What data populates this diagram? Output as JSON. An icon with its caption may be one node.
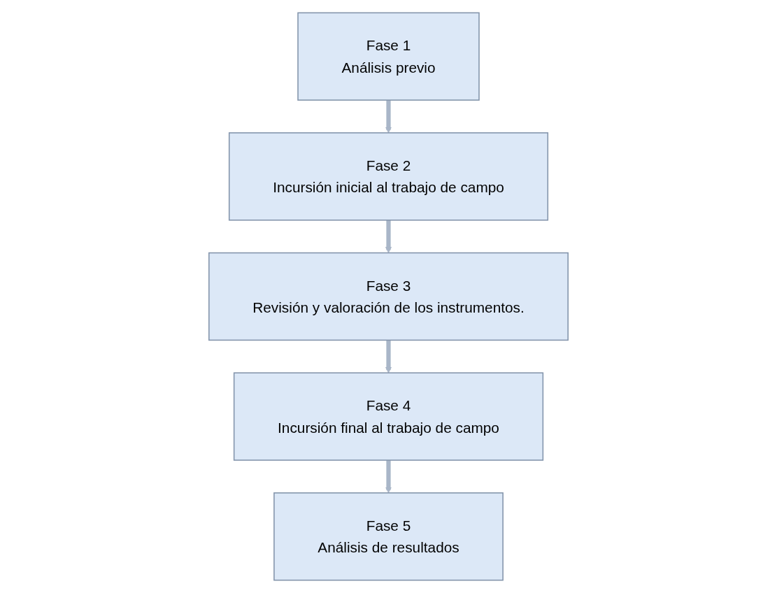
{
  "diagram": {
    "nodes": [
      {
        "text": [
          "Fase 1",
          "Análisis previo"
        ]
      },
      {
        "text": [
          "Fase 2",
          "Incursión inicial al trabajo de campo"
        ]
      },
      {
        "text": [
          "Fase 3",
          "Revisión y valoración de los instrumentos."
        ]
      },
      {
        "text": [
          "Fase 4",
          "Incursión final al trabajo de campo"
        ]
      },
      {
        "text": [
          "Fase 5",
          "Análisis de resultados"
        ]
      }
    ],
    "edges": [
      {
        "from": 0,
        "to": 1,
        "arrow": "to"
      },
      {
        "from": 1,
        "to": 2,
        "arrow": "to"
      },
      {
        "from": 2,
        "to": 3,
        "arrow": "to"
      },
      {
        "from": 3,
        "to": 4,
        "arrow": "to"
      }
    ]
  }
}
